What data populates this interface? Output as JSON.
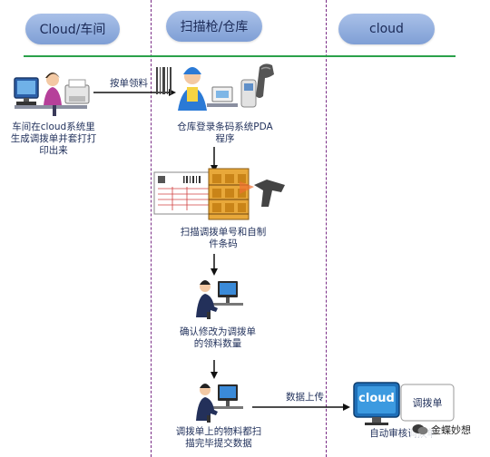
{
  "lanes": {
    "workshop": "Cloud/车间",
    "scanner": "扫描枪/仓库",
    "cloud": "cloud"
  },
  "steps": {
    "workshop_print": [
      "车间在cloud系统里",
      "生成调拨单并套打打",
      "印出来"
    ],
    "pick_by_order": "按单领料",
    "pda_login": [
      "仓库登录条码系统PDA",
      "程序"
    ],
    "scan_codes": [
      "扫描调拨单号和自制",
      "件条码"
    ],
    "confirm_qty": [
      "确认修改为调拨单",
      "的领料数量"
    ],
    "submit_data": [
      "调拨单上的物料都扫",
      "描完毕提交数据"
    ],
    "data_upload": "数据上传",
    "auto_approve": "自动审核调拨单"
  },
  "cloud_box": {
    "logo": "cloud",
    "doc": "调拨单"
  },
  "watermark": "金蝶妙想",
  "colors": {
    "lane_pill": "#8fabdd",
    "divider": "#7a2d86",
    "green_rule": "#2aa14a",
    "arrow": "#111111"
  }
}
